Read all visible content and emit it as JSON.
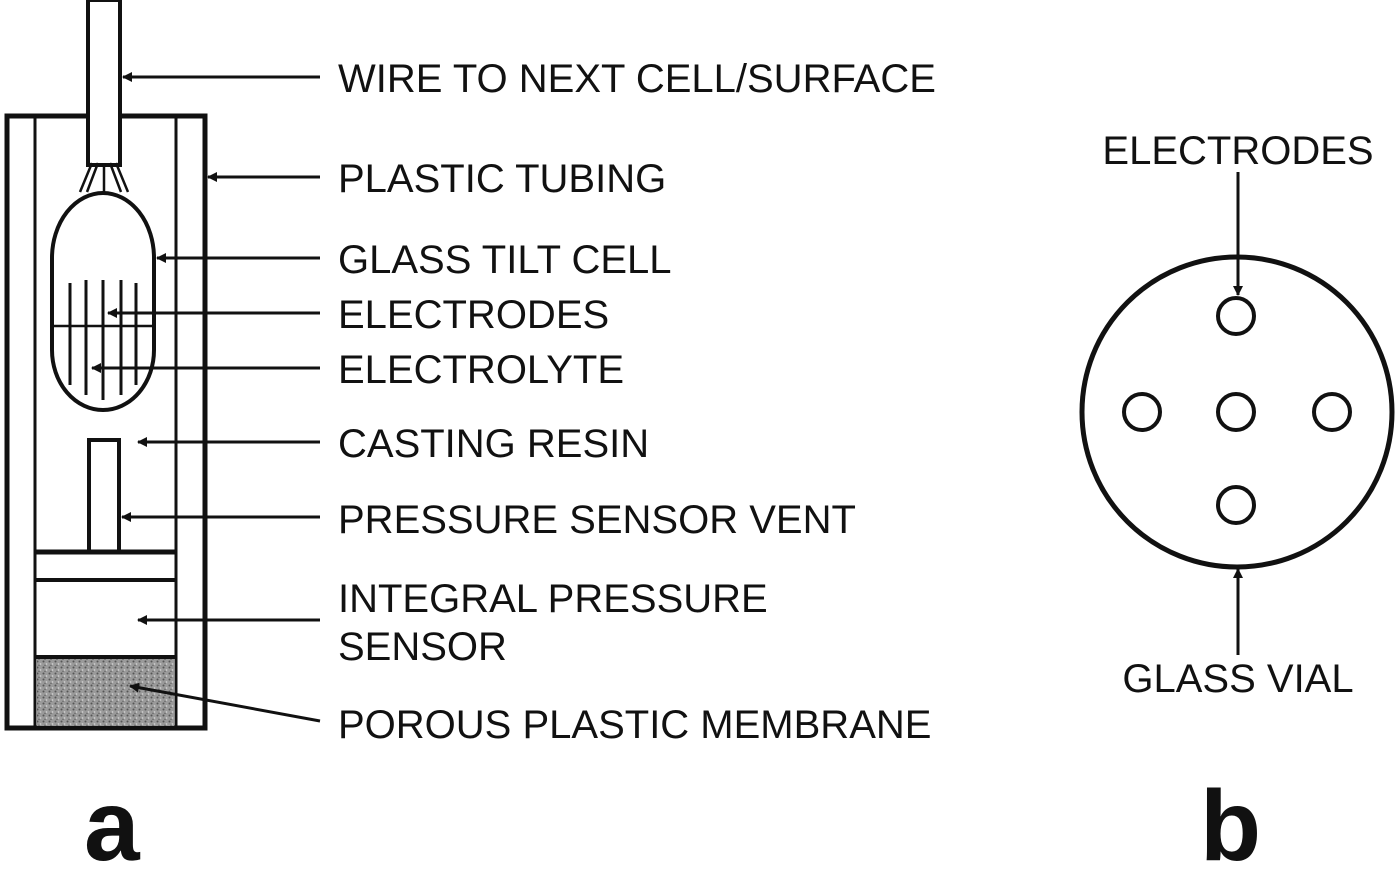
{
  "panel_a": {
    "letter": "a",
    "labels": {
      "wire": "WIRE TO NEXT CELL/SURFACE",
      "tubing": "PLASTIC TUBING",
      "tilt_cell": "GLASS TILT CELL",
      "electrodes": "ELECTRODES",
      "electrolyte": "ELECTROLYTE",
      "resin": "CASTING RESIN",
      "vent": "PRESSURE SENSOR VENT",
      "sensor_line1": "INTEGRAL PRESSURE",
      "sensor_line2": "SENSOR",
      "membrane": "POROUS PLASTIC MEMBRANE"
    }
  },
  "panel_b": {
    "letter": "b",
    "labels": {
      "electrodes": "ELECTRODES",
      "vial": "GLASS VIAL"
    }
  }
}
